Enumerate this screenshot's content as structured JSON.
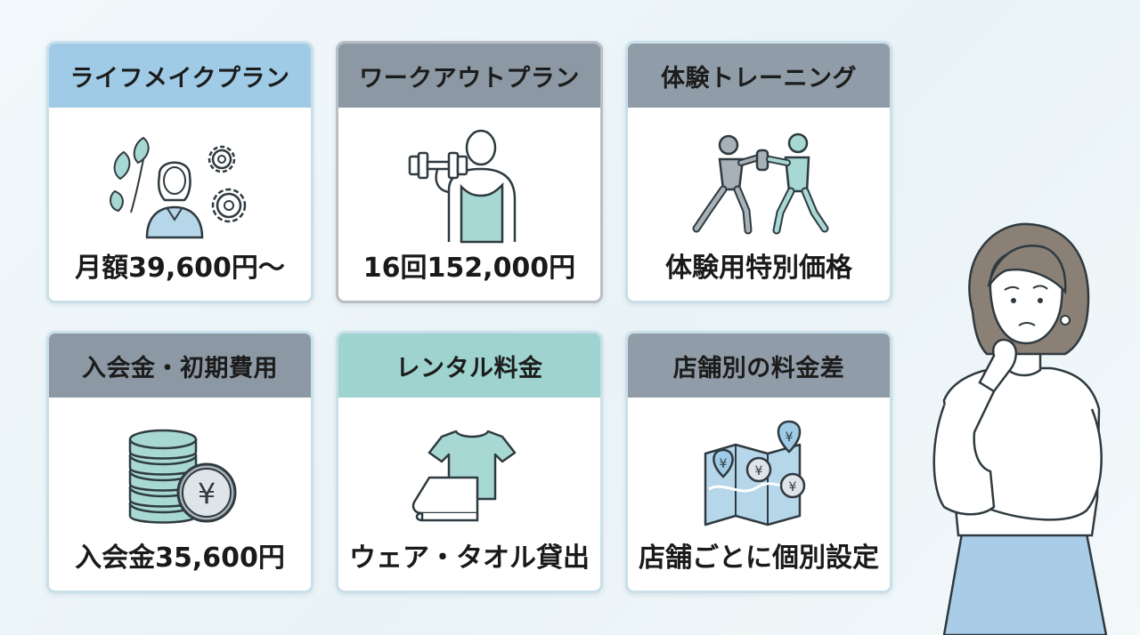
{
  "cards": [
    {
      "title": "ライフメイクプラン",
      "value": "月額39,600円〜",
      "icon": "person-leaves-gears-icon"
    },
    {
      "title": "ワークアウトプラン",
      "value": "16回152,000円",
      "icon": "dumbbell-athlete-icon"
    },
    {
      "title": "体験トレーニング",
      "value": "体験用特別価格",
      "icon": "boxing-training-icon"
    },
    {
      "title": "入会金・初期費用",
      "value": "入会金35,600円",
      "icon": "coins-yen-icon"
    },
    {
      "title": "レンタル料金",
      "value": "ウェア・タオル貸出",
      "icon": "shirt-towel-icon"
    },
    {
      "title": "店舗別の料金差",
      "value": "店舗ごとに個別設定",
      "icon": "map-yen-pins-icon"
    }
  ],
  "colors": {
    "header_blue": "#9fcbe6",
    "header_gray": "#8c98a3",
    "header_teal": "#9ed3cf",
    "icon_teal": "#a7d8d4",
    "icon_blue": "#b6d6ea",
    "icon_gray": "#a9b1b8",
    "outline": "#2f3a40"
  },
  "illustration": "thinking-woman-illustration"
}
